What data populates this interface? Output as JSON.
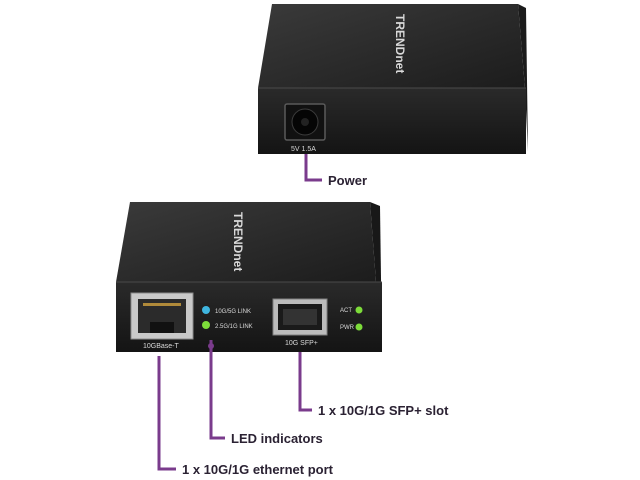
{
  "top_device": {
    "brand": "TRENDnet",
    "power_rating": "5V 1.5A"
  },
  "bottom_device": {
    "brand": "TRENDnet",
    "port_label": "10GBase-T",
    "sfp_label": "10G SFP+",
    "led_labels": [
      "10G/5G LINK",
      "2.5G/1G LINK",
      "ACT",
      "PWR"
    ]
  },
  "callouts": {
    "power": "Power",
    "sfp_slot": "1 x 10G/1G SFP+ slot",
    "led_indicators": "LED indicators",
    "ethernet_port": "1 x 10G/1G ethernet port"
  },
  "colors": {
    "callout_line": "#7a3b8c",
    "led_blue": "#3fb6e0",
    "led_green": "#7ddc3a"
  }
}
